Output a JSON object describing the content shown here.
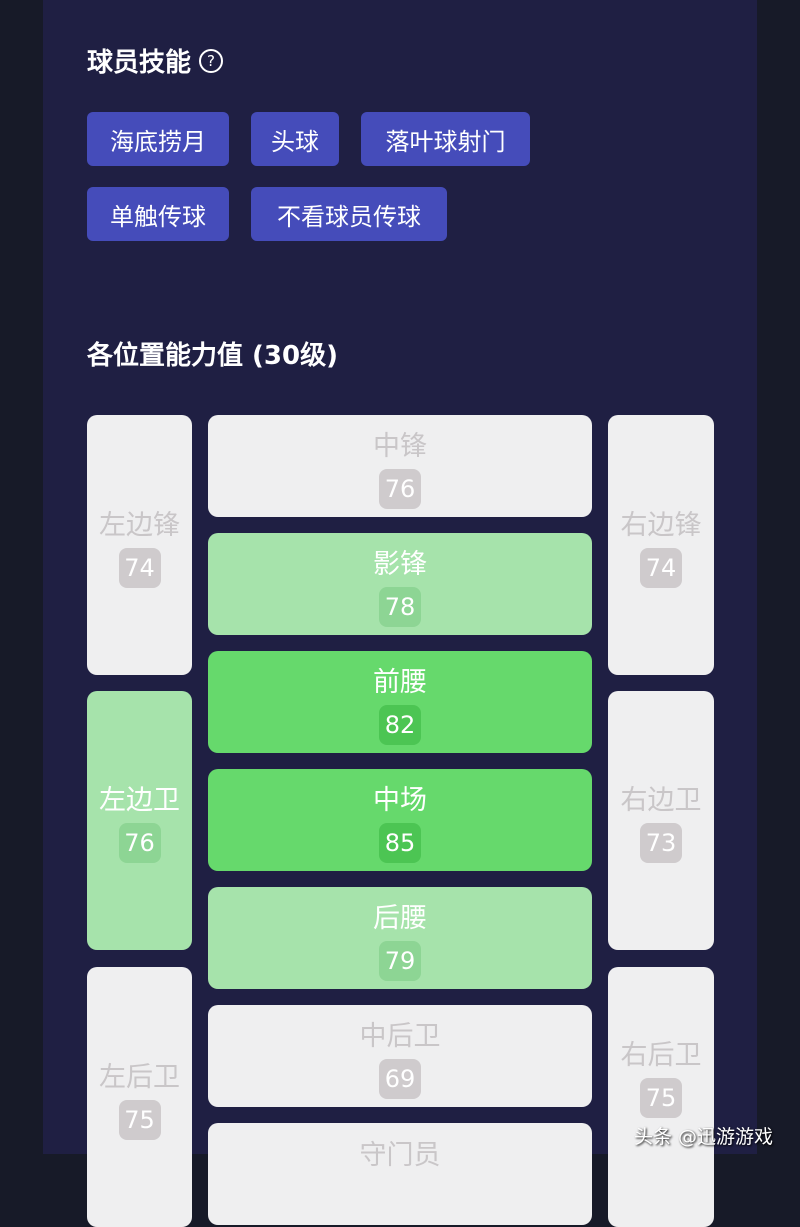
{
  "skills": {
    "title": "球员技能",
    "help_icon": "question-circle-icon",
    "tags": [
      "海底捞月",
      "头球",
      "落叶球射门",
      "单触传球",
      "不看球员传球"
    ]
  },
  "positions": {
    "title": "各位置能力值 (30级)",
    "items": [
      {
        "name": "中锋",
        "value": "76",
        "tier": "gray"
      },
      {
        "name": "影锋",
        "value": "78",
        "tier": "light-green"
      },
      {
        "name": "前腰",
        "value": "82",
        "tier": "green"
      },
      {
        "name": "中场",
        "value": "85",
        "tier": "green"
      },
      {
        "name": "后腰",
        "value": "79",
        "tier": "light-green"
      },
      {
        "name": "中后卫",
        "value": "69",
        "tier": "gray"
      },
      {
        "name": "守门员",
        "value": "",
        "tier": "gray"
      },
      {
        "name": "左边锋",
        "value": "74",
        "tier": "gray"
      },
      {
        "name": "左边卫",
        "value": "76",
        "tier": "light-green"
      },
      {
        "name": "左后卫",
        "value": "75",
        "tier": "gray"
      },
      {
        "name": "右边锋",
        "value": "74",
        "tier": "gray"
      },
      {
        "name": "右边卫",
        "value": "73",
        "tier": "gray"
      },
      {
        "name": "右后卫",
        "value": "75",
        "tier": "gray"
      }
    ]
  },
  "watermark": "头条 @迅游游戏",
  "colors": {
    "tag": "#454cba",
    "gray": "#efeff0",
    "light_green": "#a6e3ab",
    "green": "#66d96c",
    "panel": "#1f1f43"
  }
}
